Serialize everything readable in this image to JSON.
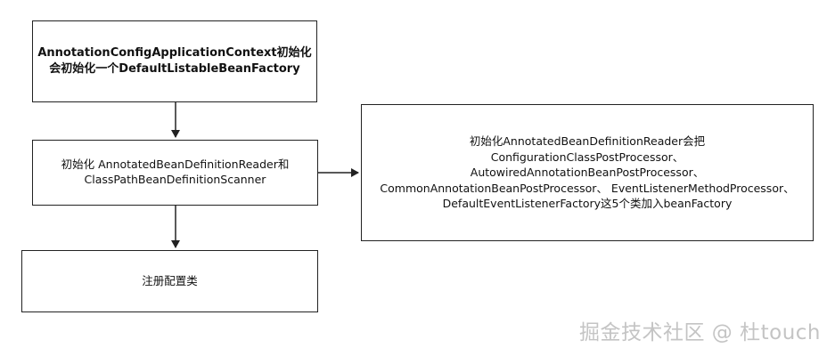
{
  "diagram": {
    "boxes": [
      {
        "id": "box1",
        "text": "AnnotationConfigApplicationContext初始化\n会初始化一个DefaultListableBeanFactory"
      },
      {
        "id": "box2",
        "text": "初始化 AnnotatedBeanDefinitionReader和\nClassPathBeanDefinitionScanner"
      },
      {
        "id": "box3",
        "text": "注册配置类"
      },
      {
        "id": "box4",
        "text": "初始化AnnotatedBeanDefinitionReader会把\nConfigurationClassPostProcessor、\nAutowiredAnnotationBeanPostProcessor、\nCommonAnnotationBeanPostProcessor、 EventListenerMethodProcessor、\nDefaultEventListenerFactory这5个类加入beanFactory"
      }
    ],
    "edges": [
      {
        "from": "box1",
        "to": "box2"
      },
      {
        "from": "box2",
        "to": "box3"
      },
      {
        "from": "box2",
        "to": "box4"
      }
    ]
  },
  "watermark": "掘金技术社区 @ 杜touch",
  "colors": {
    "border": "#222222",
    "arrow": "#222222",
    "watermark": "#c4c4c4"
  }
}
